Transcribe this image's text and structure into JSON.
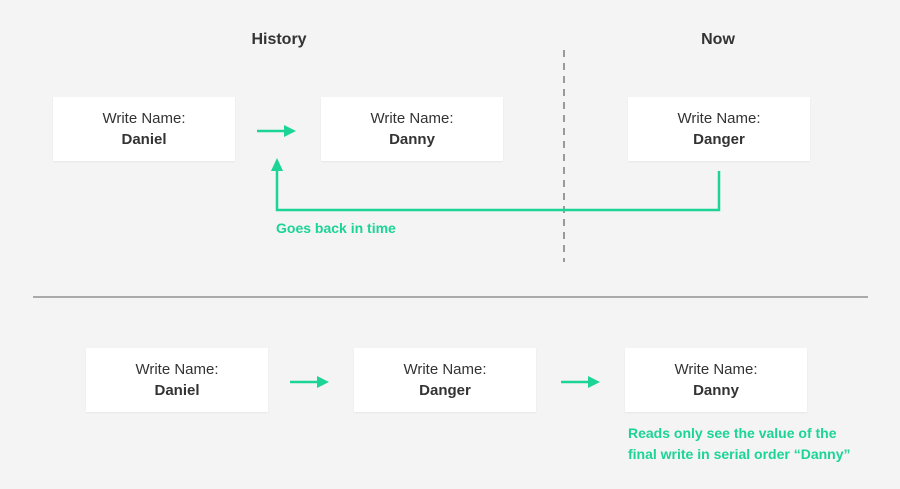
{
  "headings": {
    "history": "History",
    "now": "Now"
  },
  "top_row": {
    "cards": [
      {
        "label": "Write Name:",
        "value": "Daniel"
      },
      {
        "label": "Write Name:",
        "value": "Danny"
      },
      {
        "label": "Write Name:",
        "value": "Danger"
      }
    ],
    "note": "Goes back in time"
  },
  "bottom_row": {
    "cards": [
      {
        "label": "Write Name:",
        "value": "Daniel"
      },
      {
        "label": "Write Name:",
        "value": "Danger"
      },
      {
        "label": "Write Name:",
        "value": "Danny"
      }
    ],
    "note_line1": "Reads only see the value of the",
    "note_line2": "final write in serial order “Danny”"
  },
  "colors": {
    "accent": "#1bd495",
    "text": "#333333",
    "divider": "#aaaaaa",
    "background": "#f4f4f4",
    "card": "#ffffff"
  }
}
